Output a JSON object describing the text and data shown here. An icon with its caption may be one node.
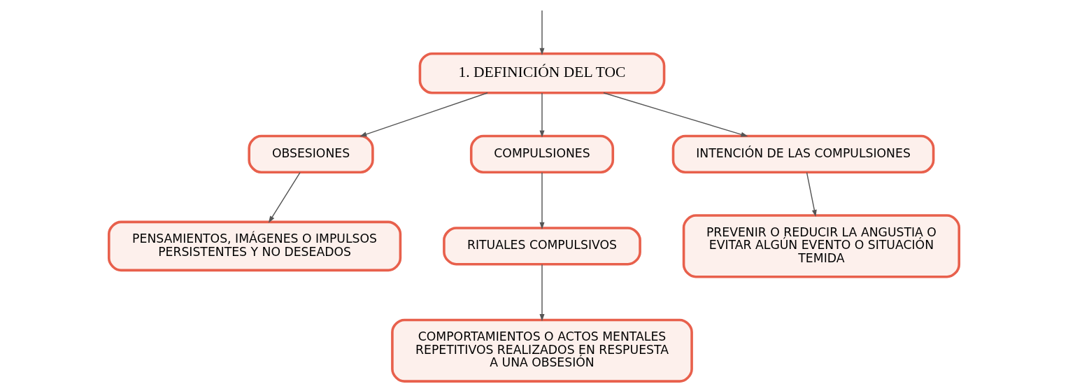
{
  "diagram": {
    "nodes": [
      {
        "text": [
          "1. DEFINICIÓN DEL TOC"
        ]
      },
      {
        "text": [
          "OBSESIONES"
        ]
      },
      {
        "text": [
          "COMPULSIONES"
        ]
      },
      {
        "text": [
          "INTENCIÓN DE LAS COMPULSIONES"
        ]
      },
      {
        "text": [
          "PENSAMIENTOS, IMÁGENES O IMPULSOS PERSISTENTES Y NO DESEADOS"
        ]
      },
      {
        "text": [
          "RITUALES COMPULSIVOS"
        ]
      },
      {
        "text": [
          "PREVENIR O REDUCIR LA ANGUSTIA O EVITAR ALGÚN EVENTO O SITUACIÓN TEMIDA"
        ]
      },
      {
        "text": [
          "COMPORTAMIENTOS O ACTOS MENTALES REPETITIVOS REALIZADOS EN RESPUESTA A UNA OBSESIÓN"
        ]
      }
    ],
    "edges": [
      {
        "from": null,
        "to": 0,
        "arrow": "to"
      },
      {
        "from": 0,
        "to": 1,
        "arrow": "to"
      },
      {
        "from": 0,
        "to": 2,
        "arrow": "to"
      },
      {
        "from": 0,
        "to": 3,
        "arrow": "to"
      },
      {
        "from": 1,
        "to": 4,
        "arrow": "to"
      },
      {
        "from": 2,
        "to": 5,
        "arrow": "to"
      },
      {
        "from": 3,
        "to": 6,
        "arrow": "to"
      },
      {
        "from": 5,
        "to": 7,
        "arrow": "to"
      }
    ]
  }
}
